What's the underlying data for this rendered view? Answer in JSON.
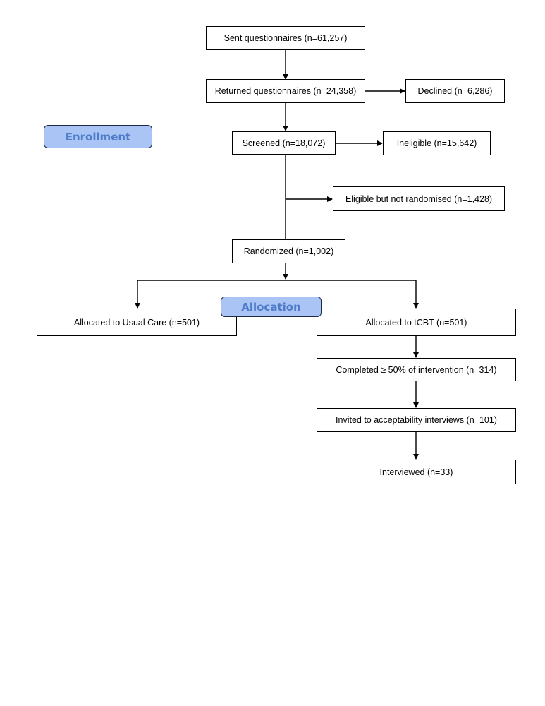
{
  "stages": {
    "enrollment": "Enrollment",
    "allocation": "Allocation"
  },
  "boxes": {
    "sent": "Sent questionnaires (n=61,257)",
    "returned": "Returned questionnaires (n=24,358)",
    "declined": "Declined (n=6,286)",
    "screened": "Screened (n=18,072)",
    "ineligible": "Ineligible (n=15,642)",
    "eligible_not_randomised": "Eligible but not randomised (n=1,428)",
    "randomized": "Randomized (n=1,002)",
    "usual_care": "Allocated to Usual Care (n=501)",
    "tcbt": "Allocated to tCBT (n=501)",
    "completed": "Completed ≥ 50% of intervention (n=314)",
    "invited": "Invited to acceptability interviews (n=101)",
    "interviewed": "Interviewed (n=33)"
  },
  "colors": {
    "stage_fill": "#a9c4f5",
    "stage_text": "#4f7cc8",
    "line": "#000000"
  }
}
